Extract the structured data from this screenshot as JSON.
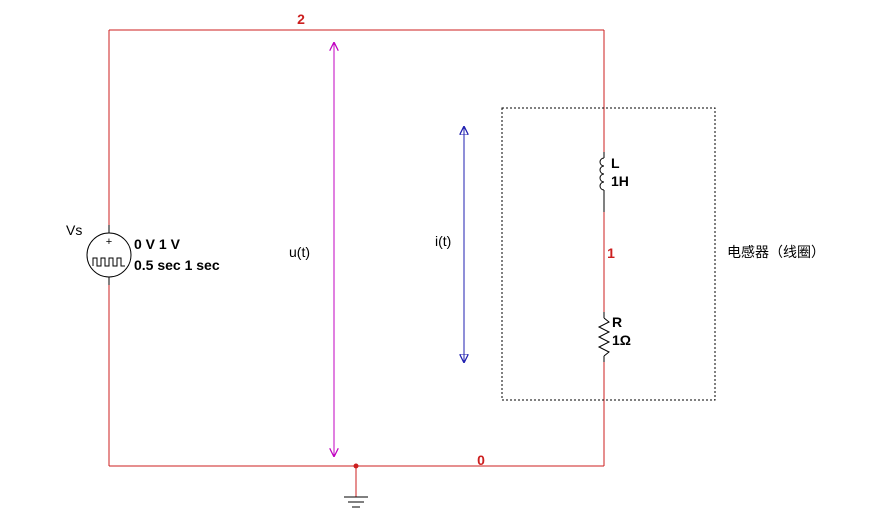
{
  "colors": {
    "wire": "#cc1f1f",
    "component": "#000000",
    "voltage_arrow": "#c000c0",
    "current_arrow": "#1f1fb0",
    "node_label": "#cc1f1f",
    "dashed_box": "#000000"
  },
  "nodes": {
    "top": "2",
    "middle": "1",
    "bottom": "0"
  },
  "source": {
    "name": "Vs",
    "line1": "0 V 1 V",
    "line2": "0.5 sec 1 sec",
    "polarity": "+",
    "icon": "pulse-source-icon"
  },
  "inductor": {
    "name": "L",
    "value": "1H",
    "icon": "inductor-icon"
  },
  "resistor": {
    "name": "R",
    "value": "1Ω",
    "icon": "resistor-icon"
  },
  "labels": {
    "voltage": "u(t)",
    "current": "i(t)",
    "box": "电感器（线圈）"
  },
  "ground": {
    "icon": "ground-icon"
  }
}
